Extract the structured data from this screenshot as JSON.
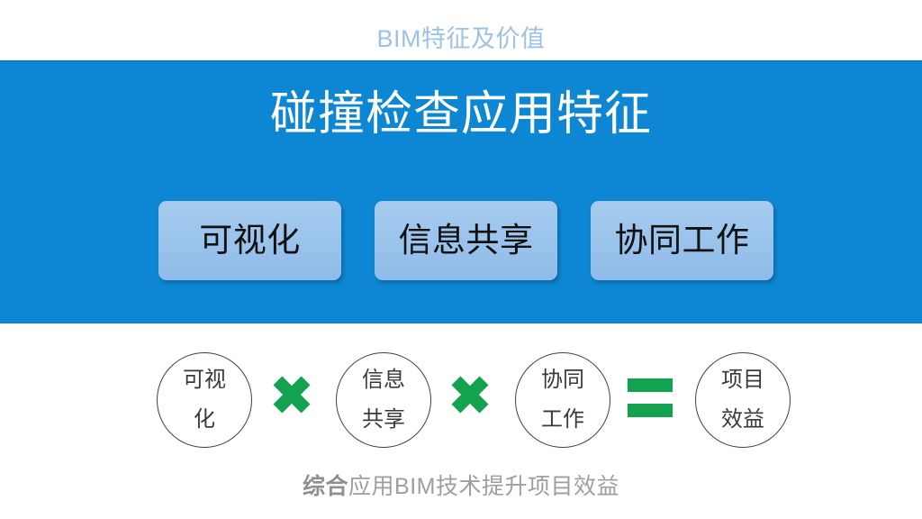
{
  "slide": {
    "title": "BIM特征及价值",
    "title_color": "#9cc3e5",
    "background": "#ffffff"
  },
  "banner": {
    "background": "#0d86d3",
    "heading": "碰撞检查应用特征",
    "heading_color": "#ffffff",
    "boxes": [
      {
        "label": "可视化",
        "fill": "#9cc4ec",
        "text_color": "#111111"
      },
      {
        "label": "信息共享",
        "fill": "#9cc4ec",
        "text_color": "#111111"
      },
      {
        "label": "协同工作",
        "fill": "#9cc4ec",
        "text_color": "#111111"
      }
    ]
  },
  "equation": {
    "accent_color": "#13a24f",
    "circle_stroke": "#3f3f3f",
    "circles": [
      {
        "line1": "可视",
        "line2": "化"
      },
      {
        "line1": "信息",
        "line2": "共享"
      },
      {
        "line1": "协同",
        "line2": "工作"
      },
      {
        "line1": "项目",
        "line2": "效益"
      }
    ],
    "operators": [
      {
        "name": "multiply-icon",
        "glyph": "×"
      },
      {
        "name": "multiply-icon",
        "glyph": "×"
      },
      {
        "name": "equals-icon",
        "glyph": "="
      }
    ]
  },
  "caption": {
    "bold_prefix": "综合",
    "rest": "应用BIM技术提升项目效益",
    "color": "#9e9e9e"
  }
}
